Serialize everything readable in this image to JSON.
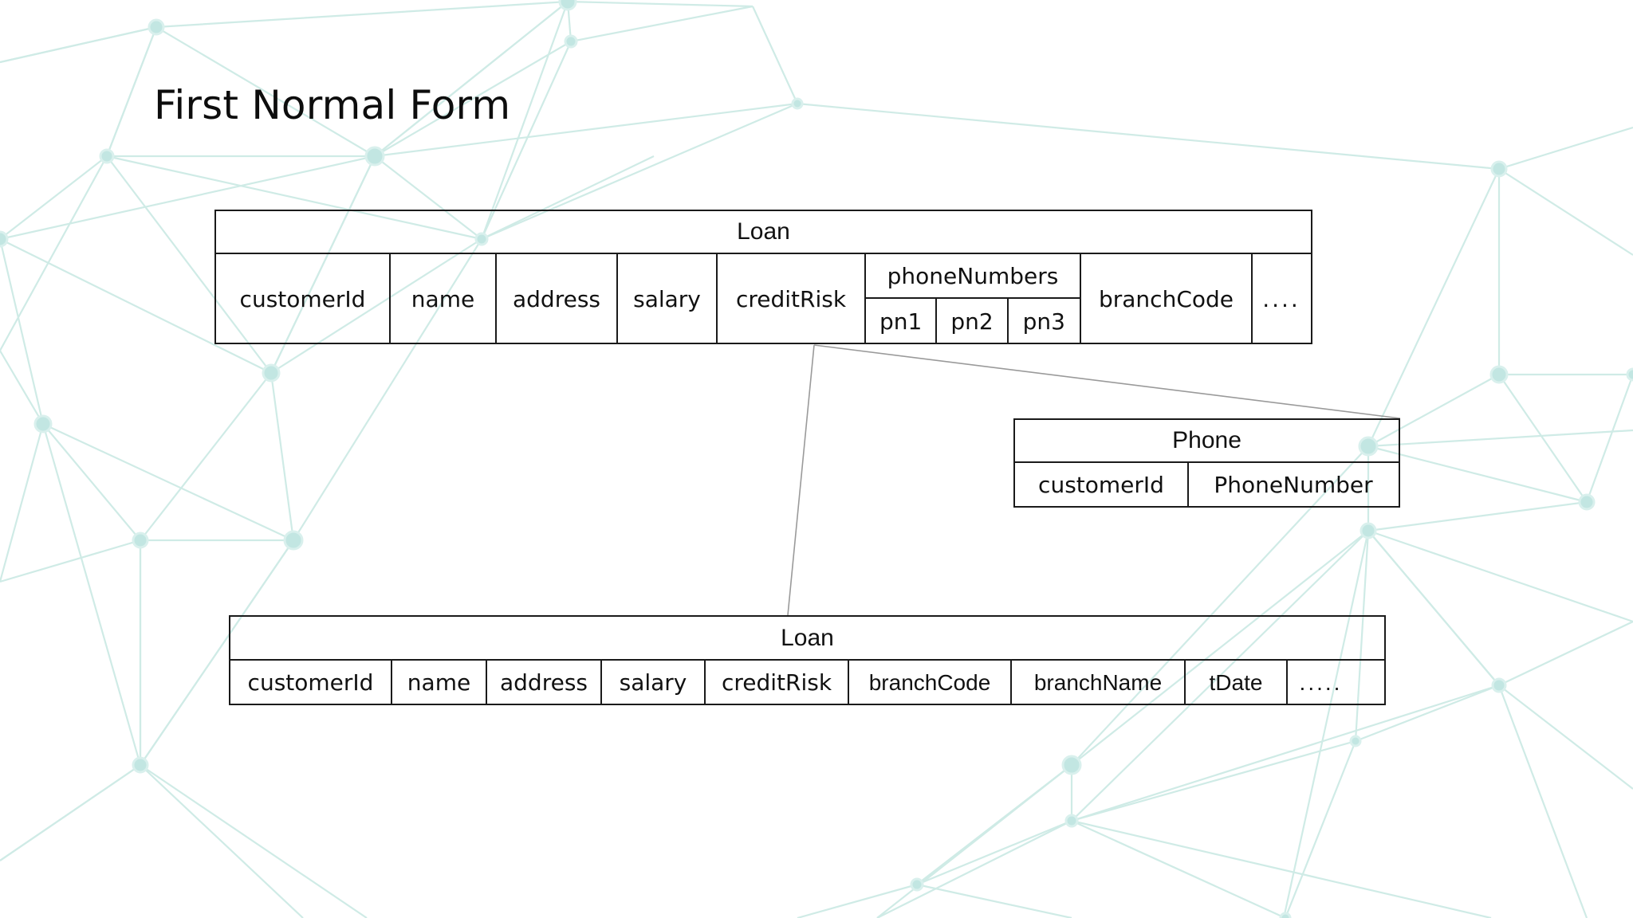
{
  "slide": {
    "title": "First Normal Form",
    "background_color": "#ffffff",
    "network_line_color": "#cdeae5",
    "network_node_color": "#c2e6e2",
    "table_border_color": "#1a1a1a",
    "connector_color": "#9a9a9a",
    "text_color": "#111111"
  },
  "tables": {
    "loan_unnormalized": {
      "name": "loan-unnormalized-table",
      "title": "Loan",
      "columns": [
        {
          "label": "customerId",
          "type": "plain"
        },
        {
          "label": "name",
          "type": "plain"
        },
        {
          "label": "address",
          "type": "plain"
        },
        {
          "label": "salary",
          "type": "plain"
        },
        {
          "label": "creditRisk",
          "type": "plain"
        },
        {
          "label": "phoneNumbers",
          "type": "group",
          "sub_columns": [
            "pn1",
            "pn2",
            "pn3"
          ]
        },
        {
          "label": "branchCode",
          "type": "plain"
        },
        {
          "label": "....",
          "type": "dots"
        }
      ]
    },
    "phone": {
      "name": "phone-table",
      "title": "Phone",
      "columns": [
        {
          "label": "customerId",
          "type": "plain"
        },
        {
          "label": "PhoneNumber",
          "type": "plain"
        }
      ]
    },
    "loan_normalized": {
      "name": "loan-normalized-table",
      "title": "Loan",
      "columns": [
        {
          "label": "customerId",
          "type": "plain"
        },
        {
          "label": "name",
          "type": "plain"
        },
        {
          "label": "address",
          "type": "plain"
        },
        {
          "label": "salary",
          "type": "plain"
        },
        {
          "label": "creditRisk",
          "type": "plain"
        },
        {
          "label": "branchCode",
          "type": "alt-font"
        },
        {
          "label": "branchName",
          "type": "alt-font"
        },
        {
          "label": "tDate",
          "type": "alt-font"
        },
        {
          "label": ".....",
          "type": "dots"
        }
      ]
    }
  }
}
